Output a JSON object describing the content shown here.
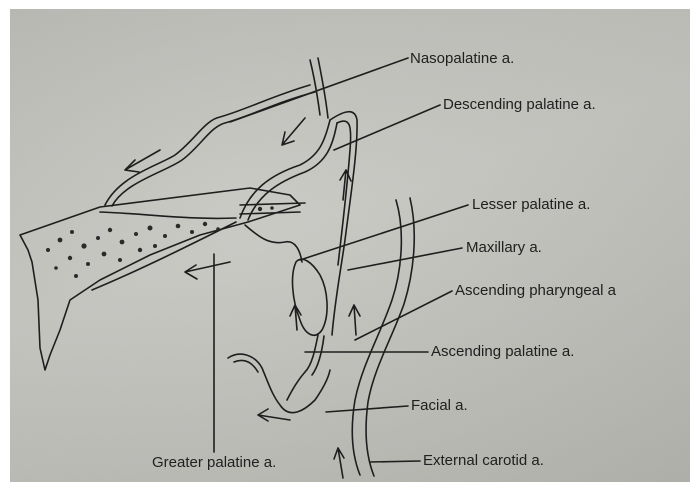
{
  "labels": {
    "nasopalatine": "Nasopalatine a.",
    "descending_palatine": "Descending palatine a.",
    "lesser_palatine": "Lesser palatine a.",
    "maxillary": "Maxillary a.",
    "ascending_pharyngeal": "Ascending pharyngeal a",
    "ascending_palatine": "Ascending palatine a.",
    "facial": "Facial a.",
    "external_carotid": "External carotid a.",
    "greater_palatine": "Greater palatine a."
  }
}
